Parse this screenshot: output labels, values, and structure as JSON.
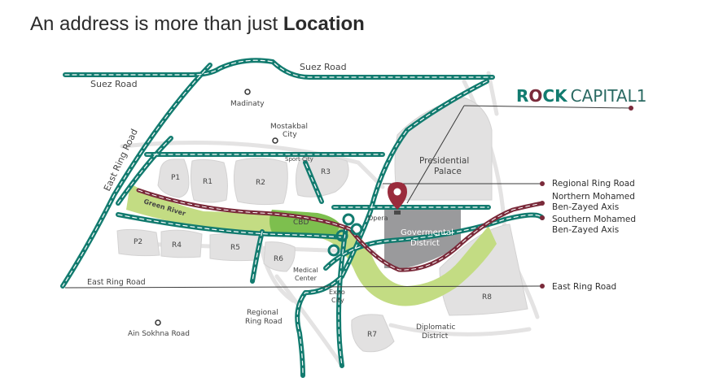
{
  "heading": {
    "prefix": "An address is more than just ",
    "emphasis": "Location"
  },
  "brand": {
    "part1": "R",
    "part2": "O",
    "part3": "CK",
    "part4": "CAPITAL1"
  },
  "roads": {
    "suez_top": "Suez Road",
    "suez_left": "Suez Road",
    "east_ring_diag": "East Ring Road",
    "east_ring_bottom": "East Ring Road",
    "regional_ring": "Regional Ring Road",
    "regional_ring_l1": "Regional",
    "regional_ring_l2": "Ring Road",
    "ain_sokhna": "Ain Sokhna Road",
    "sport_city": "Sport City"
  },
  "places": {
    "madinaty": "Madinaty",
    "mostakbal_l1": "Mostakbal",
    "mostakbal_l2": "City",
    "presidential_l1": "Presidential",
    "presidential_l2": "Palace",
    "govern_l1": "Govermental",
    "govern_l2": "District",
    "opera": "Opera",
    "cbd": "CBD",
    "green_river": "Green River",
    "medical_l1": "Medical",
    "medical_l2": "Center",
    "expo_l1": "Expo",
    "expo_l2": "City",
    "diplomatic_l1": "Diplomatic",
    "diplomatic_l2": "District"
  },
  "zones": {
    "p1": "P1",
    "r1": "R1",
    "r2": "R2",
    "r3": "R3",
    "p2": "P2",
    "r4": "R4",
    "r5": "R5",
    "r6": "R6",
    "r7": "R7",
    "r8": "R8"
  },
  "callouts": {
    "regional": "Regional Ring Road",
    "north_l1": "Northern Mohamed",
    "north_l2": "Ben-Zayed Axis",
    "south_l1": "Southern Mohamed",
    "south_l2": "Ben-Zayed Axis",
    "east": "East Ring Road"
  },
  "colors": {
    "road_teal": "#127b6f",
    "axis_maroon": "#7a2a3a",
    "green_river": "#c3dc83",
    "cbd_green": "#7dbf4e",
    "zone_gray": "#e2e1e1",
    "gov_gray": "#9a9a9c",
    "pin": "#9a2b3c"
  },
  "icons": {
    "location_pin": "map-pin-icon",
    "place_marker": "circle-marker-icon"
  }
}
